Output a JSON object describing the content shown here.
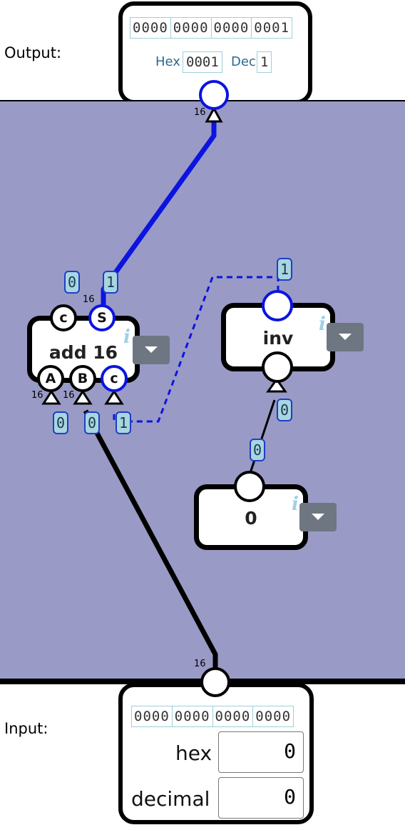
{
  "output_panel": {
    "side_label": "Output:",
    "bits": [
      "0000",
      "0000",
      "0000",
      "0001"
    ],
    "hex_label": "Hex",
    "hex_value": "0001",
    "dec_label": "Dec",
    "dec_value": "1"
  },
  "input_panel": {
    "side_label": "Input:",
    "bits": [
      "0000",
      "0000",
      "0000",
      "0000"
    ],
    "hex_label": "hex",
    "hex_value": "0",
    "decimal_label": "decimal",
    "decimal_value": "0"
  },
  "nodes": {
    "adder": {
      "title": "add 16",
      "ports": {
        "carry_out": "c",
        "sum": "S",
        "a": "A",
        "b": "B",
        "carry_in": "c"
      },
      "widths": {
        "sum": "16",
        "a": "16",
        "b": "16"
      }
    },
    "inv": {
      "title": "inv"
    },
    "const": {
      "title": "0"
    },
    "info_glyph": "i"
  },
  "wire_values": {
    "carry_out": "0",
    "sum": "1",
    "inv_out": "1",
    "a_in": "0",
    "b_in": "0",
    "carry_in": "1",
    "inv_in": "0",
    "const_out": "0"
  },
  "bus_widths": {
    "output": "16",
    "input": "16"
  },
  "colors": {
    "board": "#9a9ac6",
    "active_wire": "#0b14e0",
    "value_tag": "#a8d5df"
  }
}
